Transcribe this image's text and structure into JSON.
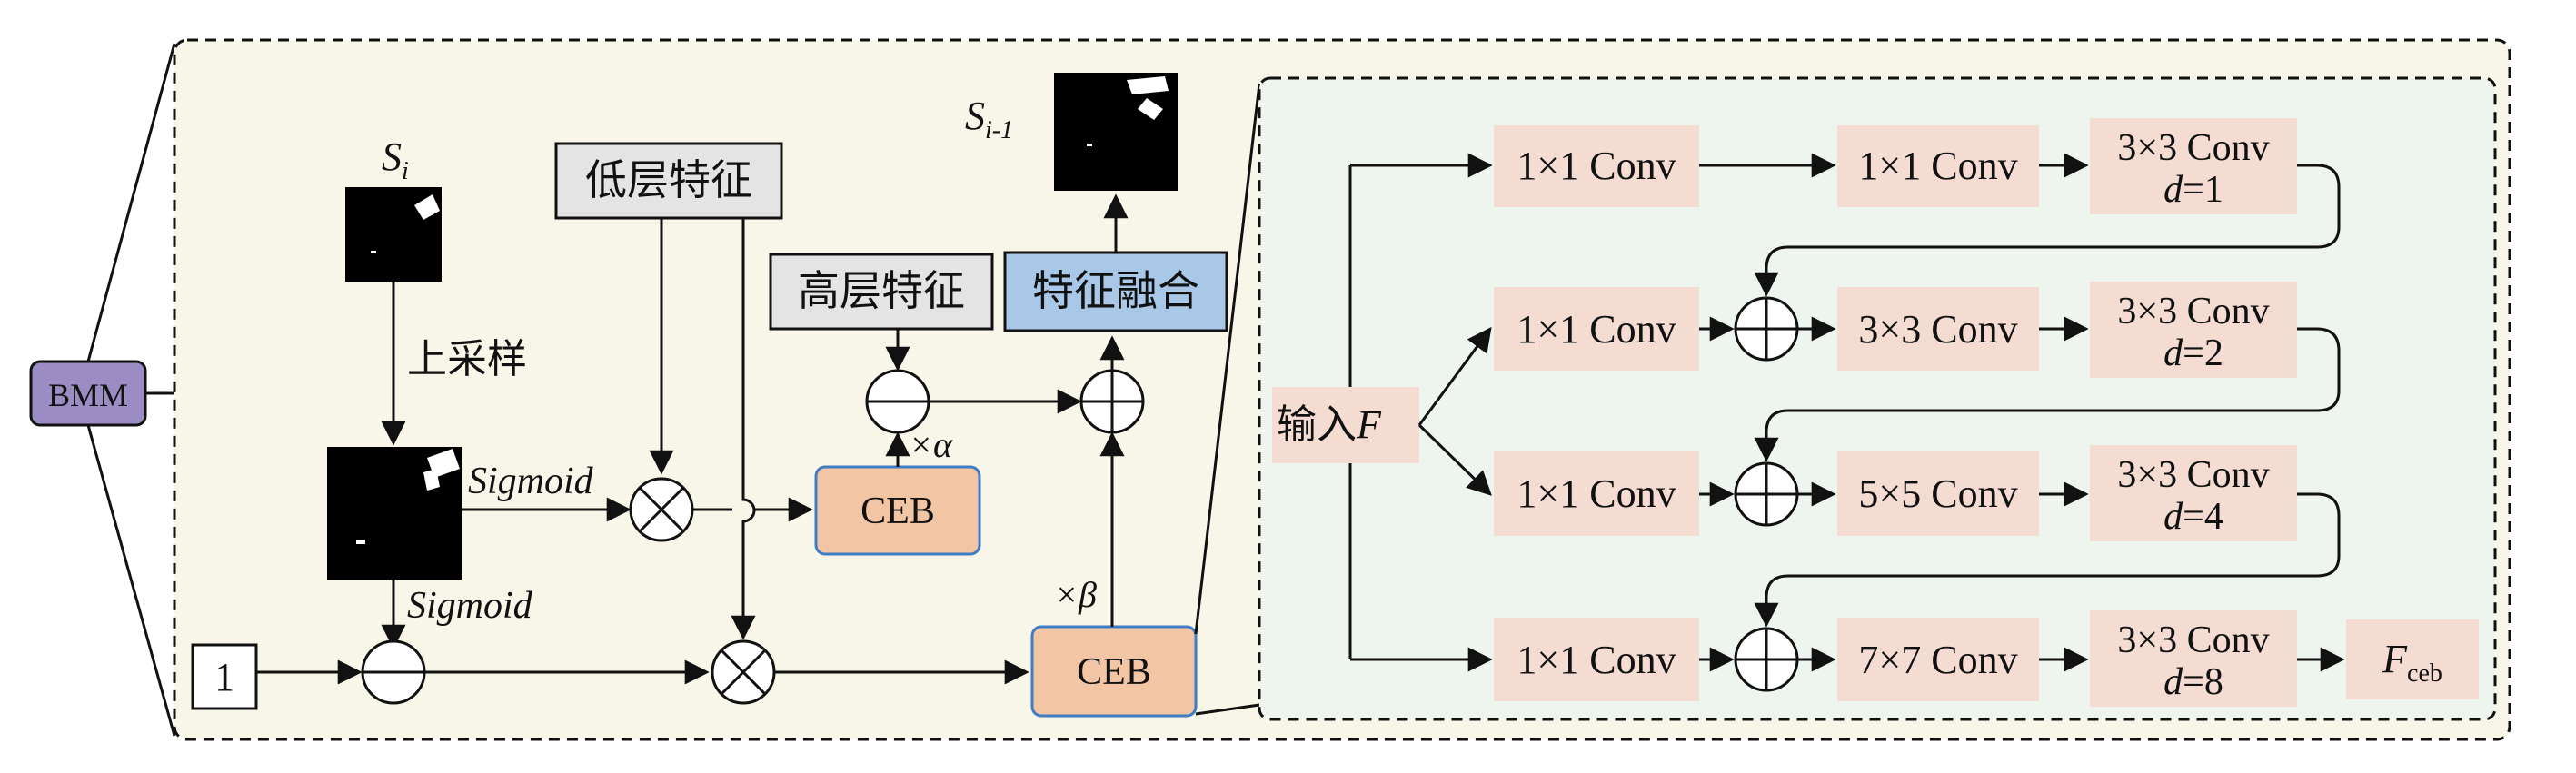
{
  "bmm": {
    "label": "BMM"
  },
  "left": {
    "s_i": {
      "main": "S",
      "sub": "i"
    },
    "upsample": "上采样",
    "low_feature": "低层特征",
    "high_feature": "高层特征",
    "fusion": "特征融合",
    "s_im1": {
      "main": "S",
      "sub": "i-1"
    },
    "sigmoid_top": "Sigmoid",
    "sigmoid_bottom": "Sigmoid",
    "one": "1",
    "alpha": "×α",
    "beta": "×β",
    "ceb_top": "CEB",
    "ceb_bottom": "CEB"
  },
  "right": {
    "input": {
      "text": "输入",
      "var": "F"
    },
    "col1": [
      "1×1 Conv",
      "1×1 Conv",
      "1×1 Conv",
      "1×1 Conv"
    ],
    "col2": [
      "1×1 Conv",
      "3×3 Conv",
      "5×5 Conv",
      "7×7 Conv"
    ],
    "col3": [
      {
        "l1": "3×3 Conv",
        "d": "d",
        "v": "=1"
      },
      {
        "l1": "3×3 Conv",
        "d": "d",
        "v": "=2"
      },
      {
        "l1": "3×3 Conv",
        "d": "d",
        "v": "=4"
      },
      {
        "l1": "3×3 Conv",
        "d": "d",
        "v": "=8"
      }
    ],
    "output": {
      "main": "F",
      "sub": "ceb"
    }
  },
  "colors": {
    "panel_left": "#f8f6e8",
    "panel_right": "#eef4ee",
    "conv_box": "#f5dcd2",
    "ceb_box": "#f2c6a4",
    "ceb_border": "#3f7cc4",
    "fusion_box": "#a9c8e8",
    "feature_box": "#e4e4e4",
    "bmm_box": "#9b8cc4"
  }
}
